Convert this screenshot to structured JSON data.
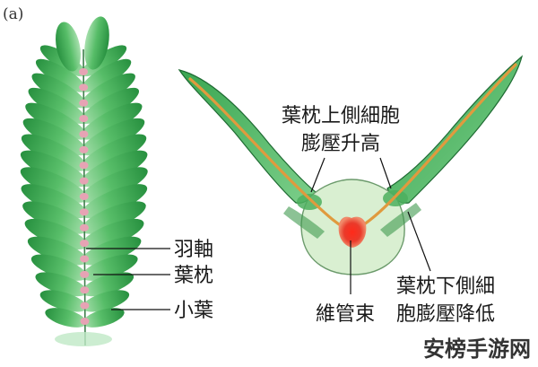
{
  "panel_label": "(a)",
  "left_labels": {
    "rachis": "羽軸",
    "pulvinus": "葉枕",
    "leaflet": "小葉"
  },
  "right_labels": {
    "upper_line1": "葉枕上側細胞",
    "upper_line2": "膨壓升高",
    "vascular": "維管束",
    "lower_line1": "葉枕下側細",
    "lower_line2": "胞膨壓降低"
  },
  "watermark": "安榜手游网",
  "colors": {
    "leaf_dark": "#2e9a4a",
    "leaf_light": "#8fd59a",
    "pulvinus_pink": "#e6a3b4",
    "cortex": "#d8efd0",
    "vascular_red": "#e8262a",
    "cell_band": "#e0a24a"
  }
}
